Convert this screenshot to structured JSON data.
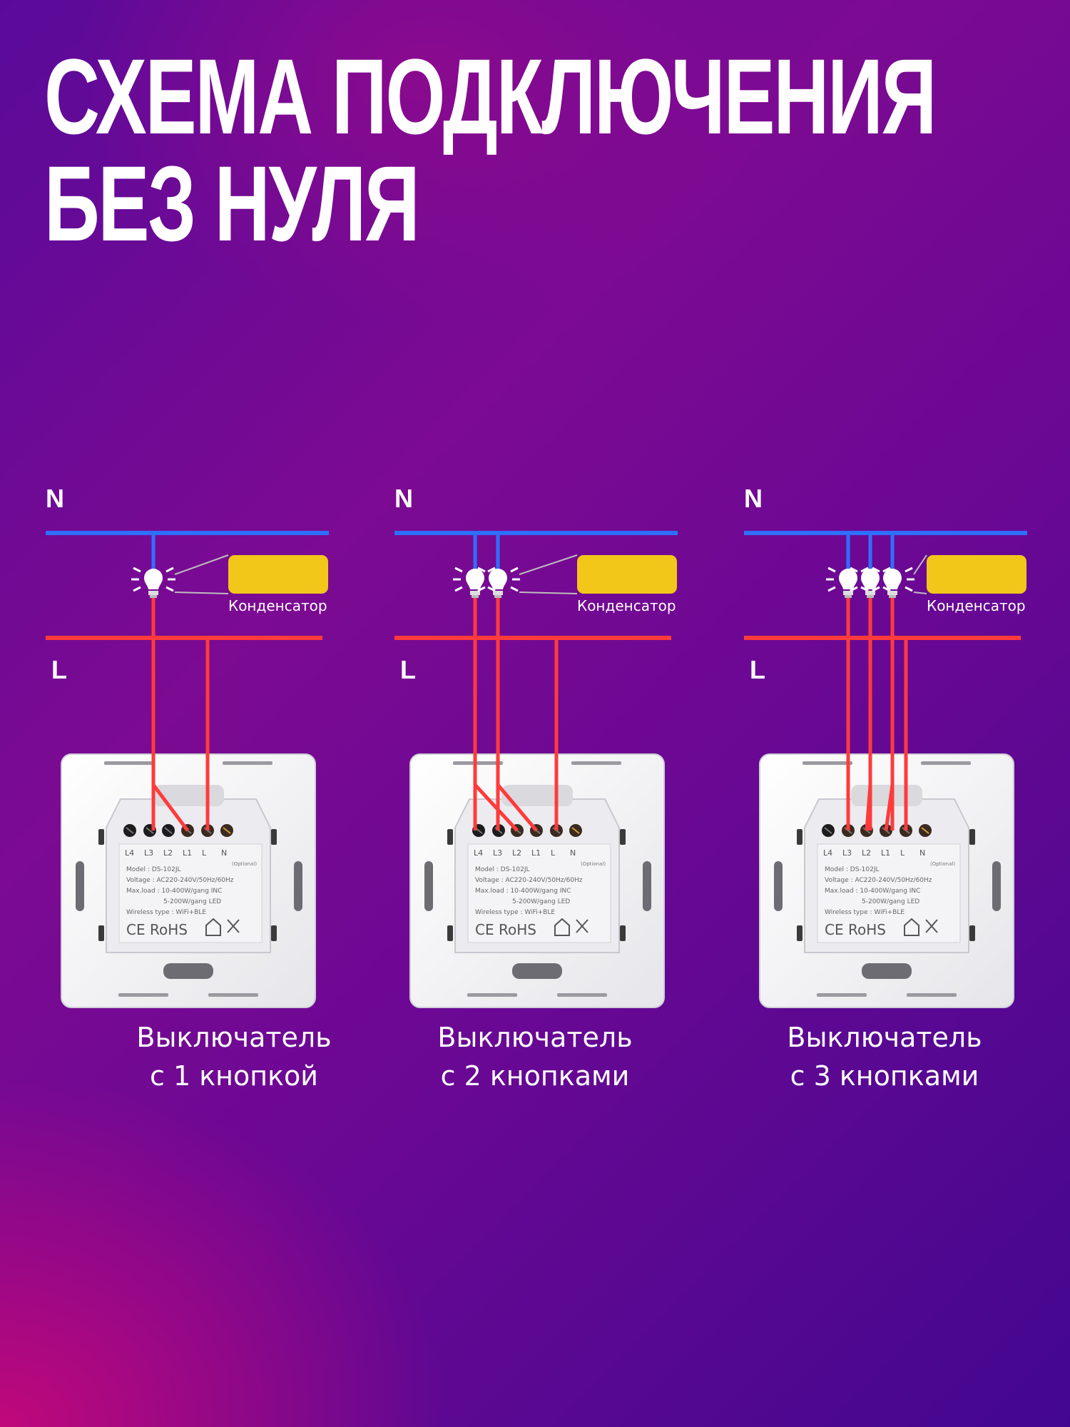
{
  "title": {
    "line1": "СХЕМА ПОДКЛЮЧЕНИЯ",
    "line2": "БЕЗ НУЛЯ"
  },
  "wire_labels": {
    "neutral": "N",
    "live": "L"
  },
  "capacitor_label": "Конденсатор",
  "colors": {
    "neutral_wire": "#2f6fff",
    "live_wire": "#ff3b3b",
    "capacitor": "#f2c71a"
  },
  "module_label": {
    "terminals": [
      "L4",
      "L3",
      "L2",
      "L1",
      "L",
      "N"
    ],
    "optional": "(Optional)",
    "model": "Model : DS-102JL",
    "voltage": "Voltage : AC220-240V/50Hz/60Hz",
    "maxload": "Max.load : 10-400W/gang  INC",
    "maxload2": "5-200W/gang  LED",
    "wireless": "Wireless type : WiFi+BLE",
    "marks": "CE RoHS"
  },
  "diagrams": [
    {
      "id": "one",
      "gangs": 1,
      "caption_line1": "Выключатель",
      "caption_line2": "с 1 кнопкой"
    },
    {
      "id": "two",
      "gangs": 2,
      "caption_line1": "Выключатель",
      "caption_line2": "с 2 кнопками"
    },
    {
      "id": "three",
      "gangs": 3,
      "caption_line1": "Выключатель",
      "caption_line2": "с 3 кнопками"
    }
  ]
}
